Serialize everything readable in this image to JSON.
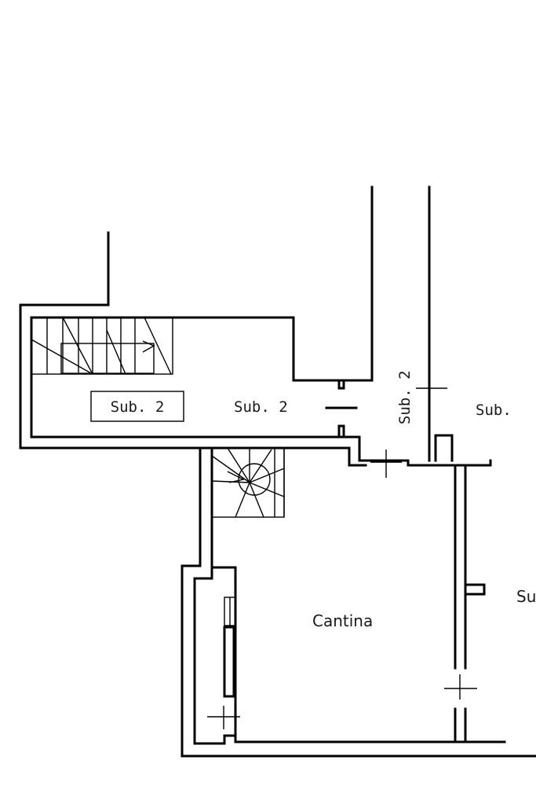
{
  "labels": {
    "sub_boxed": "Sub. 2",
    "sub_corridor": "Sub. 2",
    "sub_vertical": "Sub. 2",
    "sub_right_cut": "Sub.",
    "room_cantina": "Cantina",
    "right_edge_cut": "Su"
  },
  "colors": {
    "ink": "#000000",
    "background": "#ffffff"
  }
}
